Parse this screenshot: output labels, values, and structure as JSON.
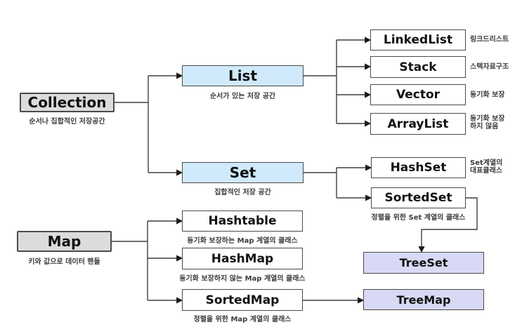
{
  "colors": {
    "root-fill": "#dcdcdc",
    "branch-fill": "#d0eafc",
    "tree-fill": "#d8d9f5",
    "leaf-fill": "#ffffff",
    "box-border": "#4a4a4a",
    "line": "#3f3f3f",
    "label": "#111111",
    "caption": "#3b3b3b"
  },
  "nodes": {
    "collection": {
      "label": "Collection",
      "caption": "순서나 집합적인 저장공간"
    },
    "list": {
      "label": "List",
      "caption": "순서가 있는 저장 공간"
    },
    "set": {
      "label": "Set",
      "caption": "집합적인 저장 공간"
    },
    "linkedlist": {
      "label": "LinkedList",
      "note": "링크드리스트"
    },
    "stack": {
      "label": "Stack",
      "note": "스택자료구조"
    },
    "vector": {
      "label": "Vector",
      "note": "동기화 보장"
    },
    "arraylist": {
      "label": "ArrayList",
      "note": "동기화 보장\n하지 않음"
    },
    "hashset": {
      "label": "HashSet",
      "note": "Set계열의\n대표클래스"
    },
    "sortedset": {
      "label": "SortedSet",
      "caption": "정렬을 위한 Set 계열의 클래스"
    },
    "treeset": {
      "label": "TreeSet"
    },
    "map": {
      "label": "Map",
      "caption": "키와 값으로 데이터 핸들"
    },
    "hashtable": {
      "label": "Hashtable",
      "caption": "동기화 보장하는 Map 계열의 클래스"
    },
    "hashmap": {
      "label": "HashMap",
      "caption": "동기화 보장하지 않는 Map 계열의 클래스"
    },
    "sortedmap": {
      "label": "SortedMap",
      "caption": "정렬을 위한 Map 계열의 클래스"
    },
    "treemap": {
      "label": "TreeMap"
    }
  }
}
